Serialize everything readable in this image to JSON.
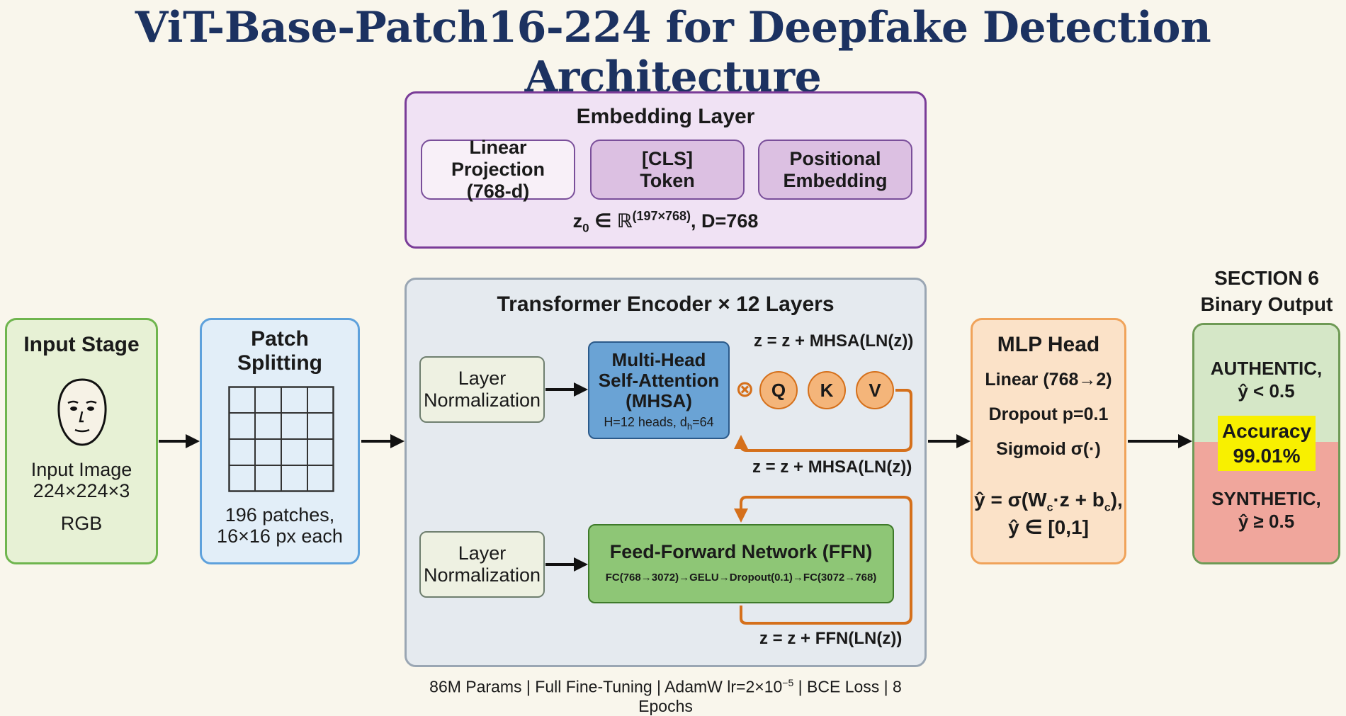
{
  "title": "ViT-Base-Patch16-224 for Deepfake Detection Architecture",
  "embedding": {
    "title": "Embedding Layer",
    "boxes": [
      {
        "line1": "Linear Projection",
        "line2": "(768-d)"
      },
      {
        "line1": "[CLS]",
        "line2": "Token"
      },
      {
        "line1": "Positional",
        "line2": "Embedding"
      }
    ],
    "formula_z": "z",
    "formula_sub": "0",
    "formula_in": " ∈ ℝ",
    "formula_sup": "(197×768)",
    "formula_rest": ", D=768"
  },
  "input_stage": {
    "title": "Input Stage",
    "line1": "Input Image",
    "line2": "224×224×3",
    "line3": "RGB"
  },
  "patch": {
    "title_line1": "Patch",
    "title_line2": "Splitting",
    "line1": "196 patches,",
    "line2": "16×16 px each"
  },
  "encoder": {
    "title": "Transformer Encoder × 12 Layers",
    "ln1_line1": "Layer",
    "ln1_line2": "Normalization",
    "ln2_line1": "Layer",
    "ln2_line2": "Normalization",
    "mhsa_line1": "Multi-Head",
    "mhsa_line2": "Self-Attention",
    "mhsa_line3": "(MHSA)",
    "mhsa_heads_a": "H=12 heads, d",
    "mhsa_heads_sub": "h",
    "mhsa_heads_b": "=64",
    "otimes": "⊗",
    "q": "Q",
    "k": "K",
    "v": "V",
    "res_top": "z = z + MHSA(LN(z))",
    "res_mid": "z = z + MHSA(LN(z))",
    "ffn_title": "Feed-Forward Network (FFN)",
    "ffn_detail": "FC(768→3072)→GELU→Dropout(0.1)→FC(3072→768)",
    "res_bottom": "z = z + FFN(LN(z))"
  },
  "mlp": {
    "title": "MLP Head",
    "line1": "Linear (768→2)",
    "line2": "Dropout p=0.1",
    "line3": "Sigmoid σ(·)",
    "formula_a": "ŷ = σ(W",
    "formula_sub": "c",
    "formula_b": "·z + b",
    "formula_sub2": "c",
    "formula_c": "),",
    "formula_line2": "ŷ ∈ [0,1]"
  },
  "output": {
    "header_line1": "SECTION 6",
    "header_line2": "Binary Output",
    "authentic_line1": "AUTHENTIC,",
    "authentic_line2": "ŷ < 0.5",
    "accuracy_line1": "Accuracy",
    "accuracy_line2": "99.01%",
    "synthetic_line1": "SYNTHETIC,",
    "synthetic_line2": "ŷ ≥ 0.5"
  },
  "footer": {
    "text_a": "86M Params | Full Fine-Tuning | AdamW lr=2×10",
    "text_sup": "−5",
    "text_b": " | BCE Loss | 8 Epochs"
  },
  "colors": {
    "title": "#1c3261",
    "embedding_bg": "#f0e2f4",
    "embedding_border": "#7a3c98",
    "input_bg": "#e7f1d5",
    "input_border": "#6fb54e",
    "patch_bg": "#e2eef8",
    "patch_border": "#5ea1dc",
    "encoder_bg": "#e5eaef",
    "mhsa_bg": "#6aa3d5",
    "ffn_bg": "#8ec676",
    "qkv_fill": "#f4b57a",
    "residual": "#d5701b",
    "mlp_bg": "#fbe2c8",
    "mlp_border": "#f0a35a",
    "authentic_bg": "#d5e7c7",
    "synthetic_bg": "#f0a69c",
    "accuracy_highlight": "#f8f000"
  }
}
